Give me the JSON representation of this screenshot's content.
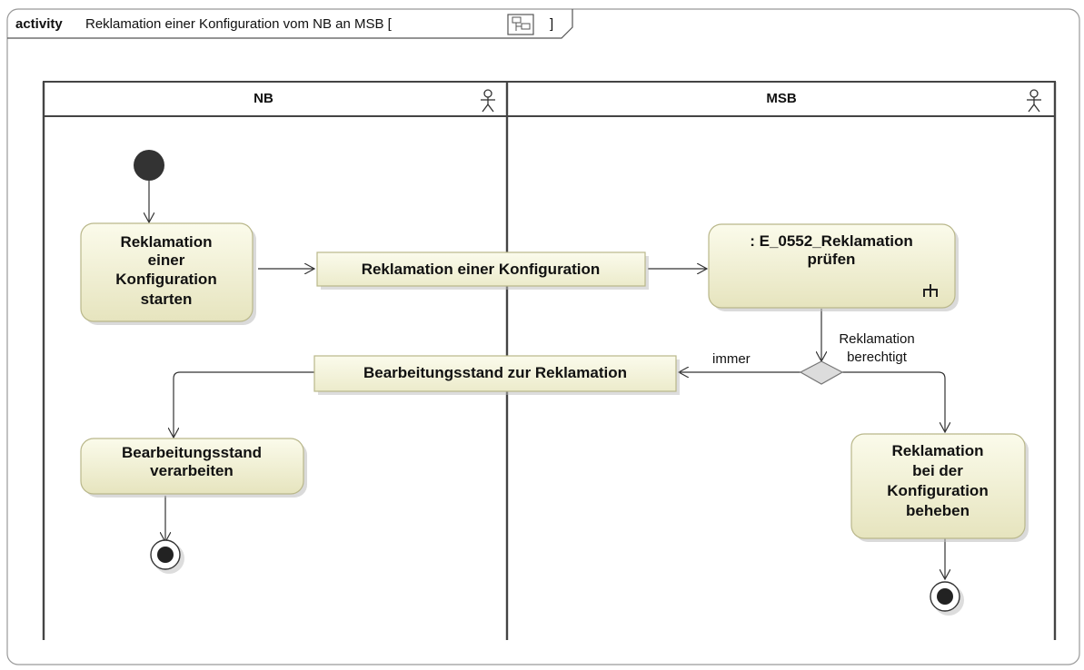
{
  "frame": {
    "keyword": "activity",
    "title": "Reklamation einer Konfiguration vom NB an MSB [",
    "close_bracket": "]"
  },
  "lanes": [
    {
      "name": "NB"
    },
    {
      "name": "MSB"
    }
  ],
  "actions": {
    "start_reklamation": [
      "Reklamation",
      "einer",
      "Konfiguration",
      "starten"
    ],
    "pruefen": [
      ": E_0552_Reklamation",
      "prüfen"
    ],
    "verarbeiten": [
      "Bearbeitungsstand",
      "verarbeiten"
    ],
    "beheben": [
      "Reklamation",
      "bei der",
      "Konfiguration",
      "beheben"
    ]
  },
  "object_nodes": {
    "reklamation_obj": "Reklamation einer Konfiguration",
    "bearbeitungsstand_obj": "Bearbeitungsstand zur Reklamation"
  },
  "guards": {
    "immer": "immer",
    "berechtigt": [
      "Reklamation",
      "berechtigt"
    ]
  },
  "colors": {
    "action_top": "#fbfbeb",
    "action_bottom": "#e6e4be",
    "action_border": "#b9b78a",
    "line": "#333333",
    "decision_fill": "#dcdcdc"
  }
}
